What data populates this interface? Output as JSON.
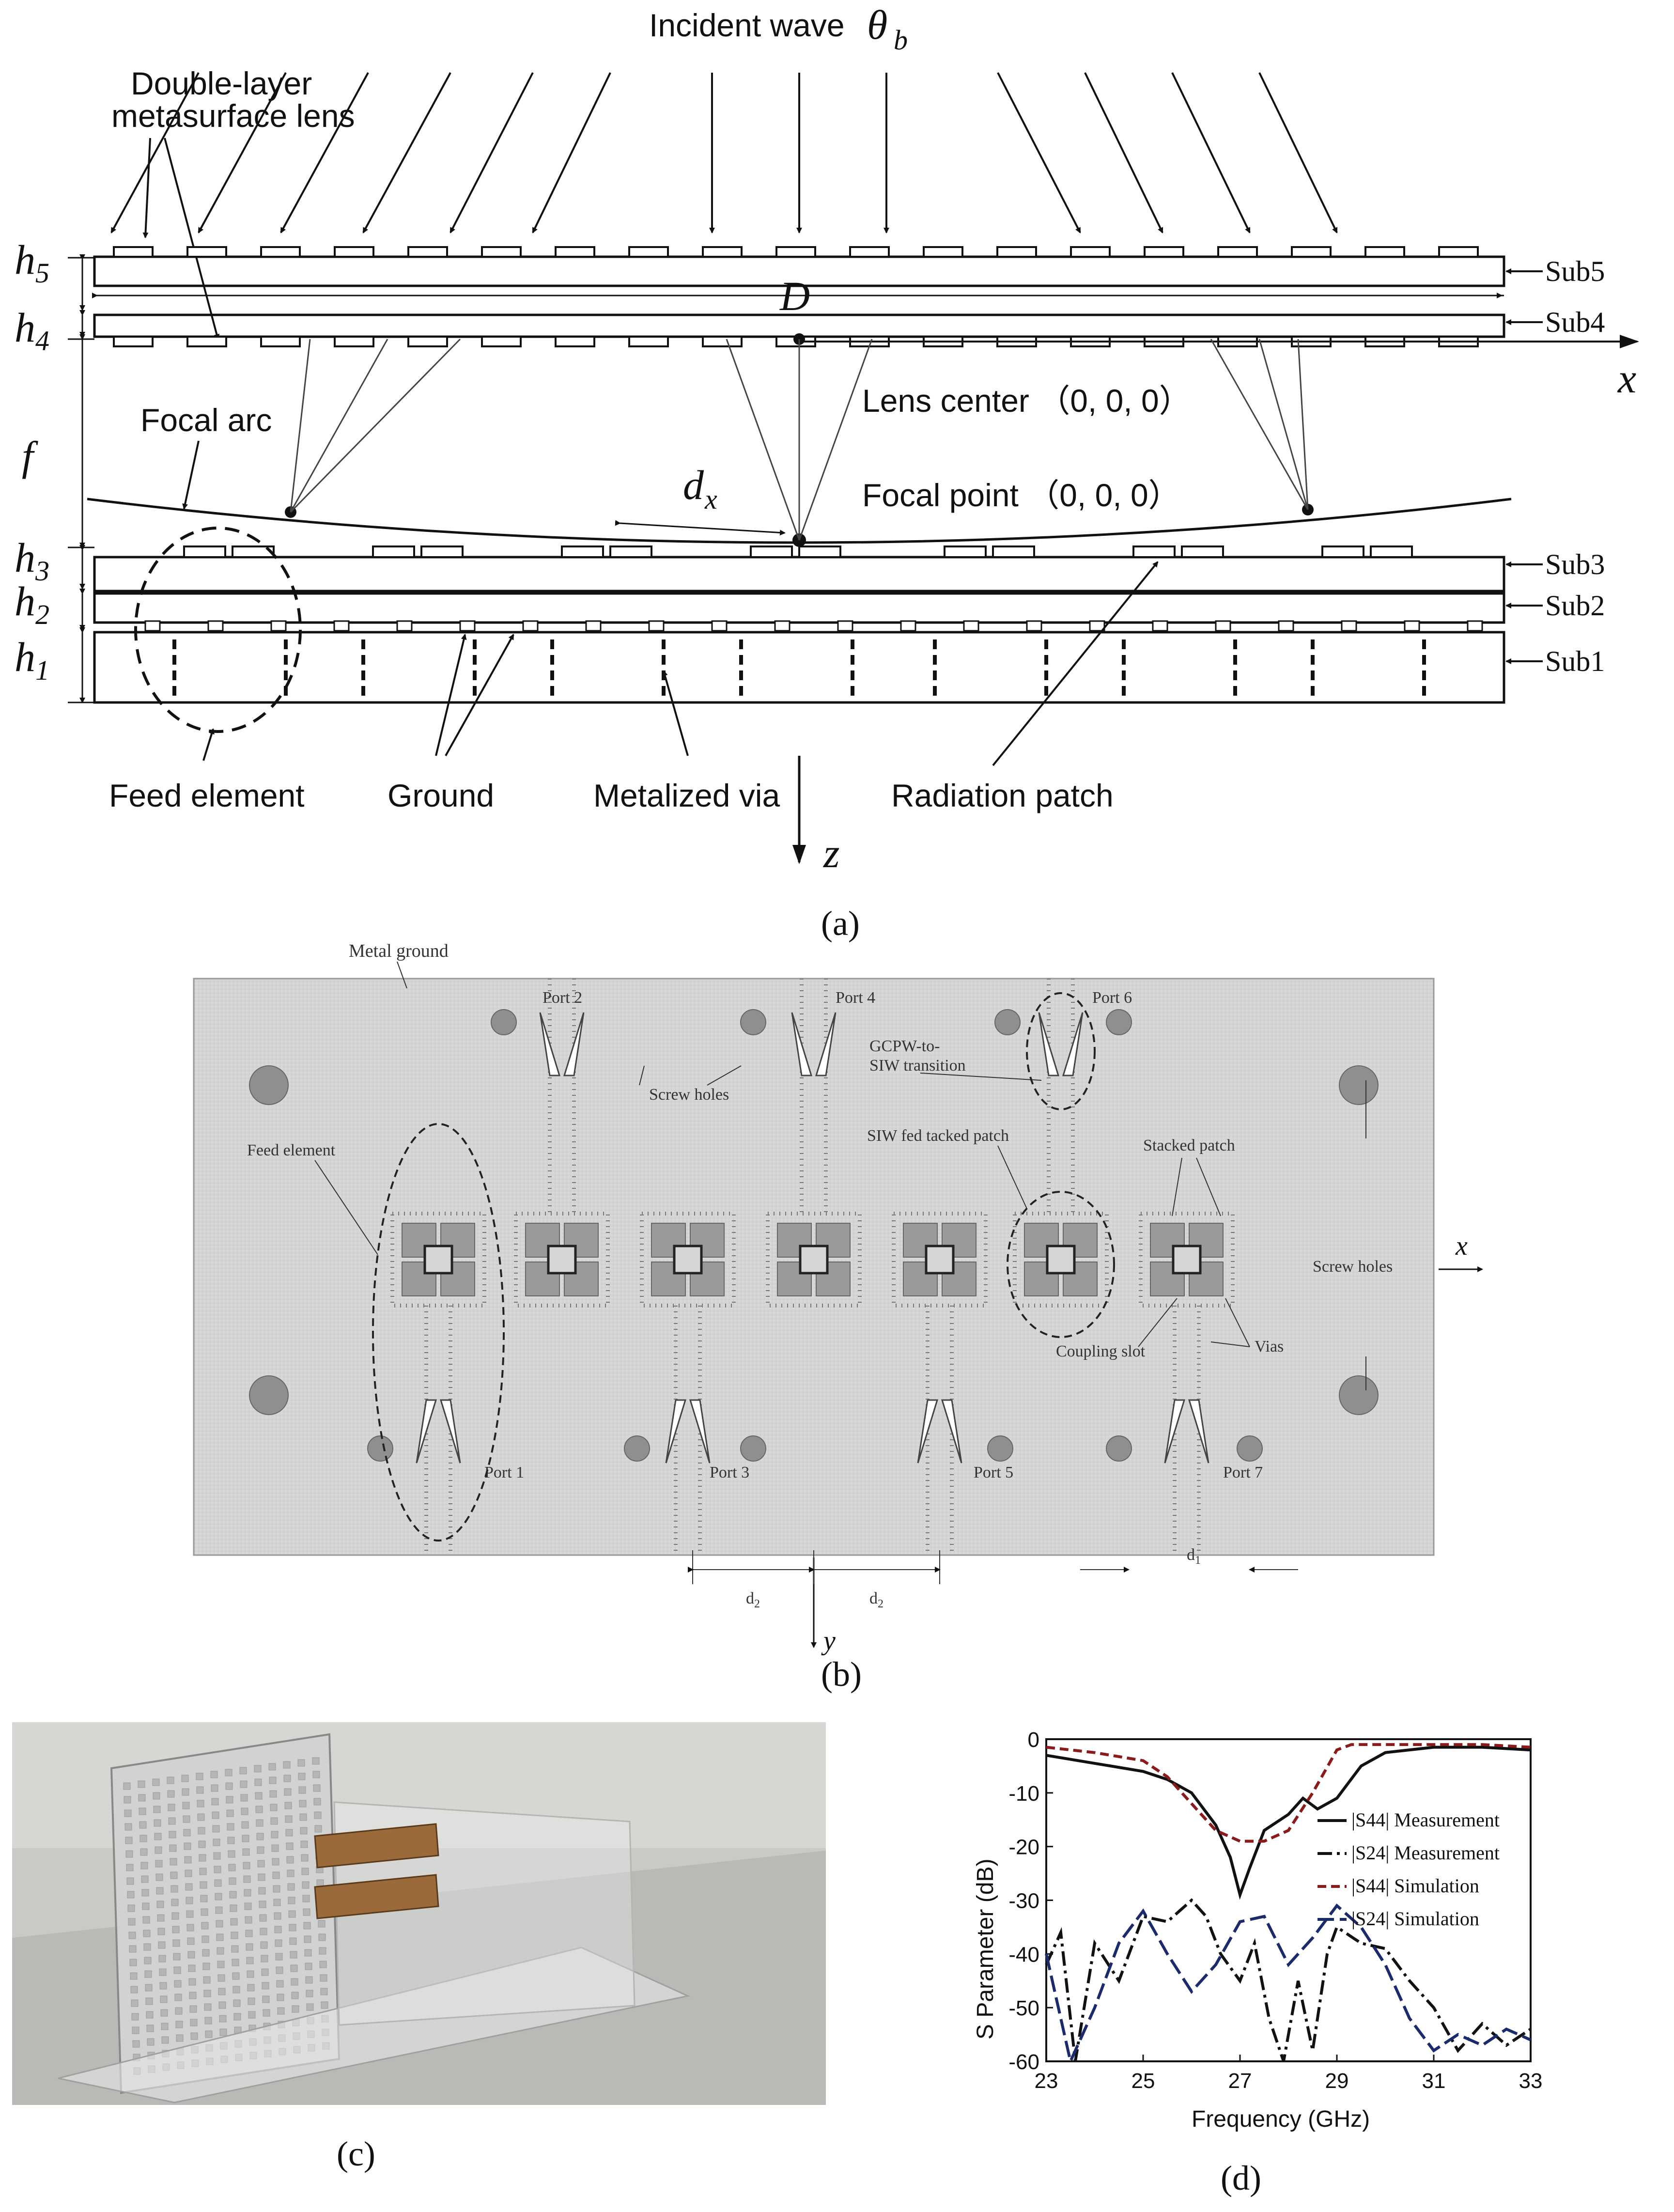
{
  "panel_a": {
    "caption": "(a)",
    "incident_wave": "Incident wave",
    "theta": "θ",
    "theta_sub": "b",
    "double_layer": [
      "Double-layer",
      "metasurface lens"
    ],
    "lens_center": "Lens center （0, 0, 0）",
    "focal_arc": "Focal arc",
    "focal_point": "Focal point （0, 0, 0）",
    "dx": "d",
    "dx_sub": "x",
    "D": "D",
    "f": "f",
    "h5": "h5",
    "h4": "h4",
    "h3": "h3",
    "h2": "h2",
    "h1": "h1",
    "subs": [
      "Sub5",
      "Sub4",
      "Sub3",
      "Sub2",
      "Sub1"
    ],
    "x_axis": "x",
    "z_axis": "z",
    "feed_element": "Feed element",
    "ground": "Ground",
    "metalized_via": "Metalized via",
    "radiation_patch": "Radiation patch"
  },
  "panel_b": {
    "caption": "(b)",
    "metal_ground": "Metal ground",
    "ports": [
      "Port 1",
      "Port 2",
      "Port 3",
      "Port 4",
      "Port 5",
      "Port 6",
      "Port 7"
    ],
    "screw_holes": "Screw holes",
    "gcpw": [
      "GCPW-to-",
      "SIW transition"
    ],
    "siw_fed": "SIW fed tacked patch",
    "stacked_patch": "Stacked patch",
    "feed_element": "Feed element",
    "coupling_slot": "Coupling slot",
    "vias": "Vias",
    "x_axis": "x",
    "y_axis": "y",
    "d2": "d",
    "d2_sub": "2",
    "d1": "d",
    "d1_sub": "1"
  },
  "panel_c": {
    "caption": "(c)"
  },
  "panel_d": {
    "caption": "(d)"
  },
  "chart_data": {
    "type": "line",
    "xlabel": "Frequency (GHz)",
    "ylabel": "S Parameter (dB)",
    "xlim": [
      23,
      33
    ],
    "ylim": [
      -60,
      0
    ],
    "xticks": [
      "23",
      "25",
      "27",
      "29",
      "31",
      "33"
    ],
    "yticks": [
      "0",
      "-10",
      "-20",
      "-30",
      "-40",
      "-50",
      "-60"
    ],
    "legend": [
      "|S44| Measurement",
      "|S24| Measurement",
      "|S44| Simulation",
      "|S24| Simulation"
    ],
    "series": [
      {
        "name": "|S44| Measurement",
        "color": "#111111",
        "dash": "solid",
        "x": [
          23,
          24,
          25,
          25.5,
          26,
          26.5,
          26.8,
          27,
          27.2,
          27.5,
          28,
          28.3,
          28.6,
          29,
          29.5,
          30,
          31,
          32,
          33
        ],
        "y": [
          -3,
          -4.5,
          -6,
          -7.5,
          -10,
          -16,
          -22,
          -29,
          -24,
          -17,
          -14,
          -11,
          -13,
          -11,
          -5,
          -2.5,
          -1.5,
          -1.5,
          -2
        ]
      },
      {
        "name": "|S24| Measurement",
        "color": "#111111",
        "dash": "dashdot",
        "x": [
          23,
          23.3,
          23.6,
          24,
          24.5,
          25,
          25.5,
          26,
          26.3,
          26.6,
          27,
          27.3,
          27.6,
          27.9,
          28.2,
          28.5,
          28.8,
          29,
          29.5,
          30,
          30.5,
          31,
          31.5,
          32,
          32.5,
          33
        ],
        "y": [
          -42,
          -36,
          -60,
          -38,
          -45,
          -33,
          -34,
          -30,
          -33,
          -40,
          -45,
          -38,
          -52,
          -60,
          -45,
          -58,
          -40,
          -35,
          -38,
          -39,
          -45,
          -50,
          -58,
          -53,
          -57,
          -54
        ]
      },
      {
        "name": "|S44| Simulation",
        "color": "#8b1a1a",
        "dash": "dashed",
        "x": [
          23,
          24,
          25,
          25.5,
          26,
          26.5,
          27,
          27.5,
          28,
          28.5,
          29,
          29.3,
          29.6,
          30,
          31,
          32,
          33
        ],
        "y": [
          -1.5,
          -2.5,
          -4,
          -7,
          -12,
          -17,
          -19,
          -19,
          -17,
          -10,
          -2,
          -1,
          -1,
          -1,
          -1,
          -1,
          -1.5
        ]
      },
      {
        "name": "|S24| Simulation",
        "color": "#1a2a6b",
        "dash": "longdash",
        "x": [
          23,
          23.5,
          24,
          24.5,
          25,
          25.5,
          26,
          26.5,
          27,
          27.5,
          28,
          28.5,
          29,
          29.5,
          30,
          30.5,
          31,
          31.5,
          32,
          32.5,
          33
        ],
        "y": [
          -40,
          -60,
          -50,
          -38,
          -32,
          -40,
          -47,
          -42,
          -34,
          -33,
          -42,
          -37,
          -31,
          -35,
          -42,
          -52,
          -58,
          -55,
          -57,
          -54,
          -56
        ]
      }
    ]
  }
}
